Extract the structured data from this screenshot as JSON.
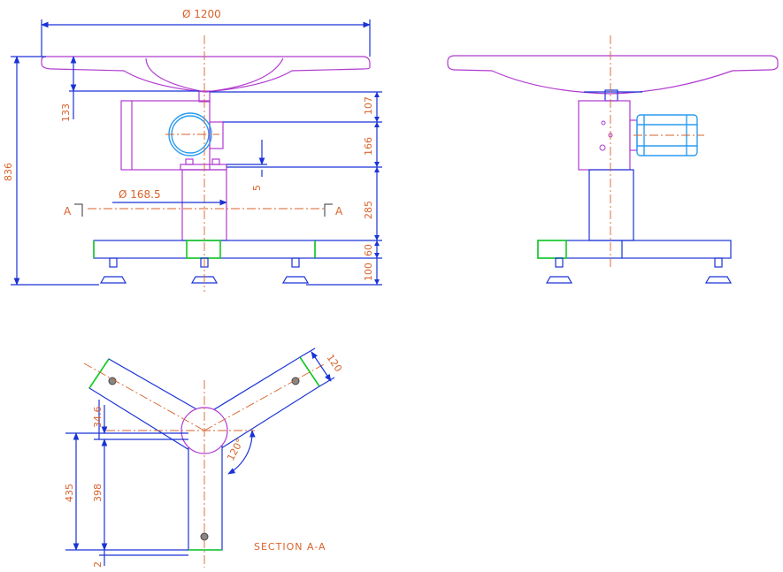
{
  "dimensions": {
    "top_diameter": "Ø 1200",
    "total_height": "836",
    "depth_133": "133",
    "h_107": "107",
    "h_166": "166",
    "h_285": "285",
    "h_100": "100",
    "h_60": "60",
    "gap_5": "5",
    "column_diameter": "Ø 168.5",
    "arm_width": "120",
    "angle": "120°",
    "d_34_6": "34.6",
    "d_435": "435",
    "d_398": "398",
    "d_2": "2"
  },
  "section_marks": {
    "left": "A",
    "right": "A",
    "section_title": "SECTION A-A"
  },
  "colors": {
    "outline": "#1a33d6",
    "table": "#b03ad0",
    "base_cap": "#11cc22",
    "dimension": "#d9622b"
  }
}
